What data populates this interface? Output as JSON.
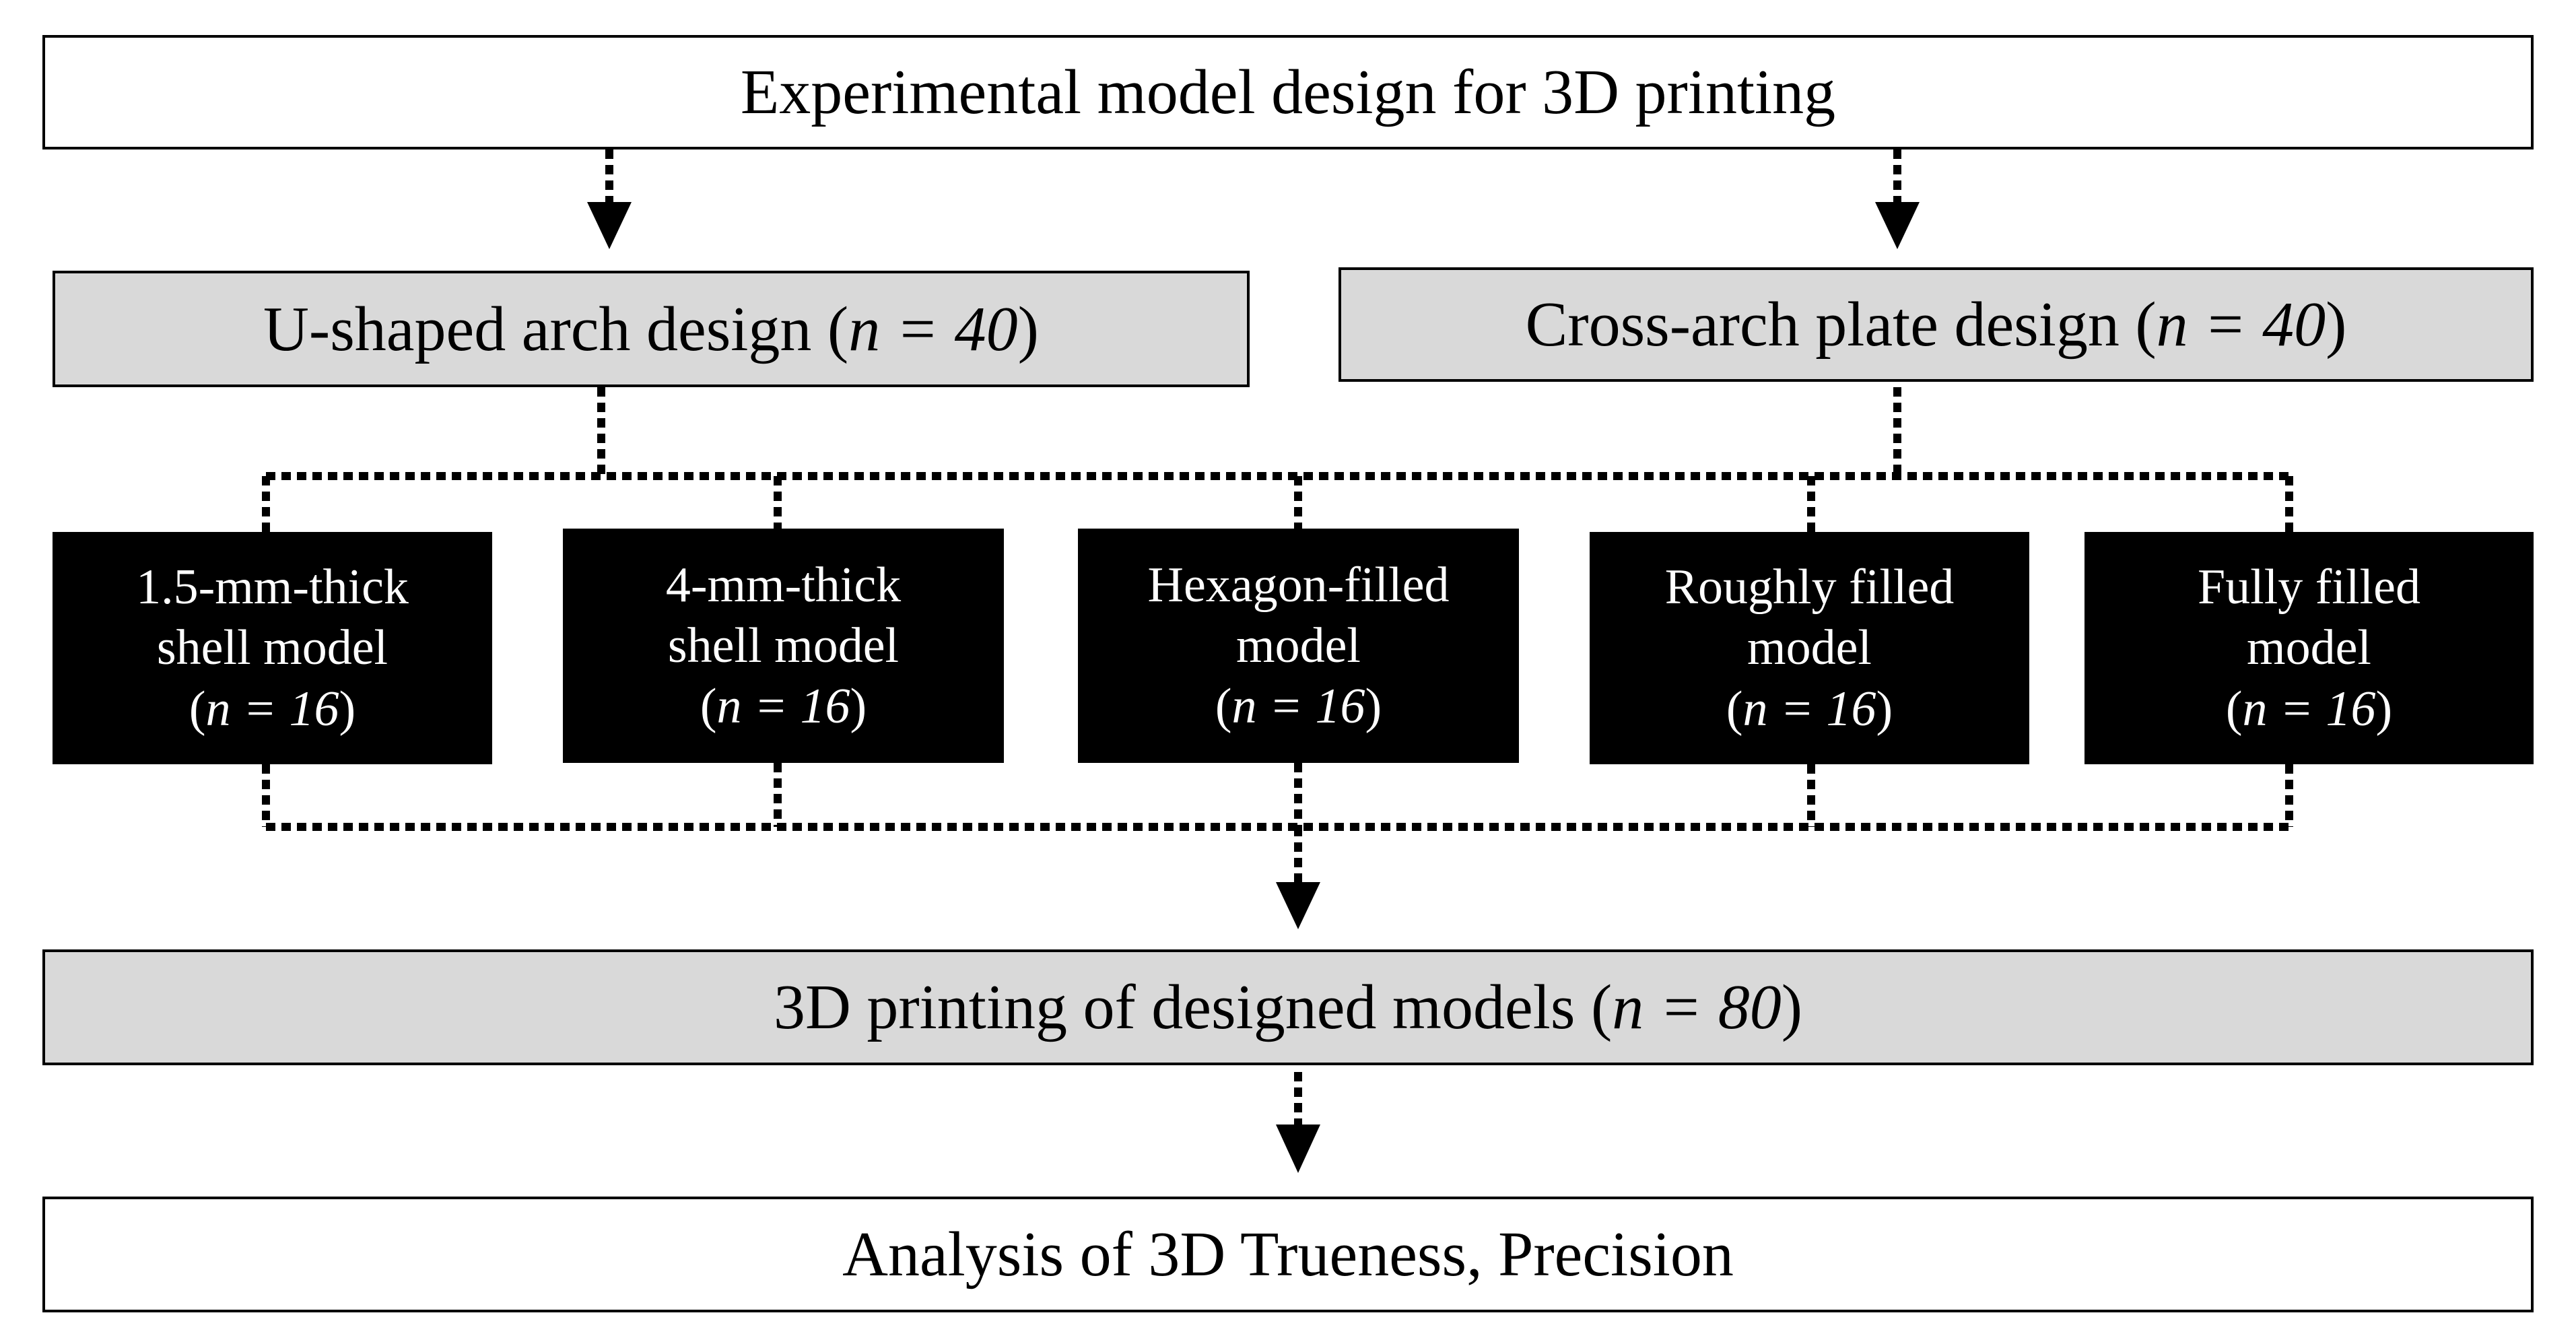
{
  "top": {
    "text": "Experimental  model design  for 3D printing"
  },
  "designs": [
    {
      "prefix": "U-shaped  arch  design  (",
      "n_label": "n = 40",
      "suffix": ")"
    },
    {
      "prefix": "Cross-arch  plate design  (",
      "n_label": "n = 40",
      "suffix": ")"
    }
  ],
  "models": [
    {
      "line1": "1.5-mm-thick",
      "line2": "shell model",
      "n_label": "n = 16"
    },
    {
      "line1": "4-mm-thick",
      "line2": "shell model",
      "n_label": "n = 16"
    },
    {
      "line1": "Hexagon-filled",
      "line2": "model",
      "n_label": "n = 16"
    },
    {
      "line1": "Roughly  filled",
      "line2": "model",
      "n_label": "n = 16"
    },
    {
      "line1": "Fully  filled",
      "line2": "model",
      "n_label": "n = 16"
    }
  ],
  "printing": {
    "prefix": "3D printing  of designed  models  (",
    "n_label": "n = 80",
    "suffix": ")"
  },
  "analysis": {
    "text": "Analysis  of 3D Trueness,  Precision"
  }
}
